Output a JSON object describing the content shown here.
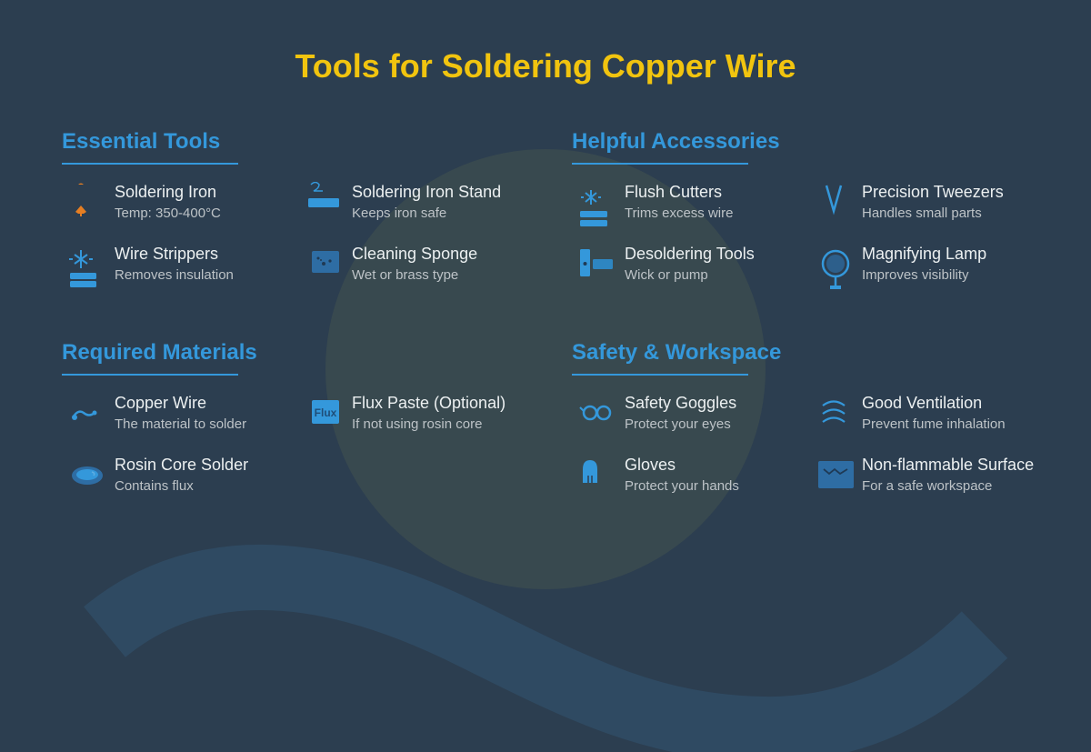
{
  "title": "Tools for Soldering Copper Wire",
  "colors": {
    "background": "#2c3e50",
    "title": "#f1c40f",
    "accent": "#3498db",
    "item_name": "#ecf0f1",
    "item_desc": "#bdc3c7",
    "iron_icon": "#e67e22"
  },
  "sections": [
    {
      "heading": "Essential Tools",
      "items": [
        {
          "name": "Soldering Iron",
          "desc": "Temp: 350-400°C",
          "icon": "soldering-iron-icon"
        },
        {
          "name": "Soldering Iron Stand",
          "desc": "Keeps iron safe",
          "icon": "iron-stand-icon"
        },
        {
          "name": "Wire Strippers",
          "desc": "Removes insulation",
          "icon": "wire-strippers-icon"
        },
        {
          "name": "Cleaning Sponge",
          "desc": "Wet or brass type",
          "icon": "sponge-icon"
        }
      ]
    },
    {
      "heading": "Helpful Accessories",
      "items": [
        {
          "name": "Flush Cutters",
          "desc": "Trims excess wire",
          "icon": "flush-cutters-icon"
        },
        {
          "name": "Precision Tweezers",
          "desc": "Handles small parts",
          "icon": "tweezers-icon"
        },
        {
          "name": "Desoldering Tools",
          "desc": "Wick or pump",
          "icon": "desoldering-icon"
        },
        {
          "name": "Magnifying Lamp",
          "desc": "Improves visibility",
          "icon": "magnifying-lamp-icon"
        }
      ]
    },
    {
      "heading": "Required Materials",
      "items": [
        {
          "name": "Copper Wire",
          "desc": "The material to solder",
          "icon": "copper-wire-icon"
        },
        {
          "name": "Flux Paste (Optional)",
          "desc": "If not using rosin core",
          "icon": "flux-icon",
          "icon_text": "Flux"
        },
        {
          "name": "Rosin Core Solder",
          "desc": "Contains flux",
          "icon": "solder-spool-icon"
        }
      ]
    },
    {
      "heading": "Safety & Workspace",
      "items": [
        {
          "name": "Safety Goggles",
          "desc": "Protect your eyes",
          "icon": "goggles-icon"
        },
        {
          "name": "Good Ventilation",
          "desc": "Prevent fume inhalation",
          "icon": "ventilation-icon"
        },
        {
          "name": "Gloves",
          "desc": "Protect your hands",
          "icon": "gloves-icon"
        },
        {
          "name": "Non-flammable Surface",
          "desc": "For a safe workspace",
          "icon": "surface-mat-icon"
        }
      ]
    }
  ]
}
